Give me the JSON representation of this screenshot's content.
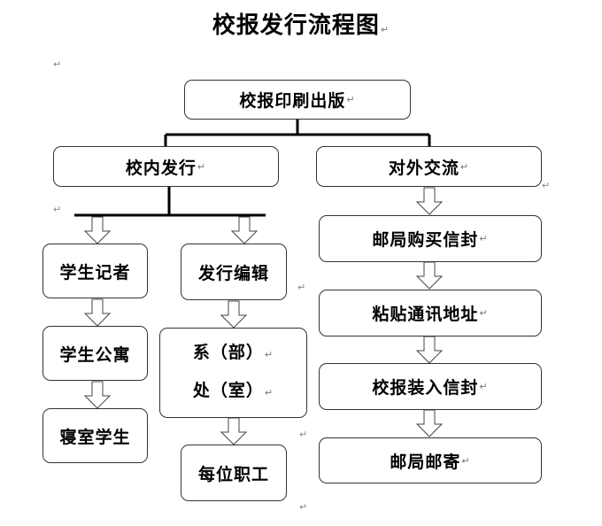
{
  "title": "校报发行流程图",
  "para_mark": "↵",
  "nodes": {
    "root": "校报印刷出版",
    "internal": "校内发行",
    "external": "对外交流",
    "student_reporter": "学生记者",
    "student_dorm": "学生公寓",
    "dorm_room_student": "寝室学生",
    "distribution_editor": "发行编辑",
    "dept_line1": "系（部）",
    "dept_line2": "处（室）",
    "staff": "每位职工",
    "post_buy_envelope": "邮局购买信封",
    "paste_address": "粘贴通讯地址",
    "put_in_envelope": "校报装入信封",
    "post_mail": "邮局邮寄"
  }
}
